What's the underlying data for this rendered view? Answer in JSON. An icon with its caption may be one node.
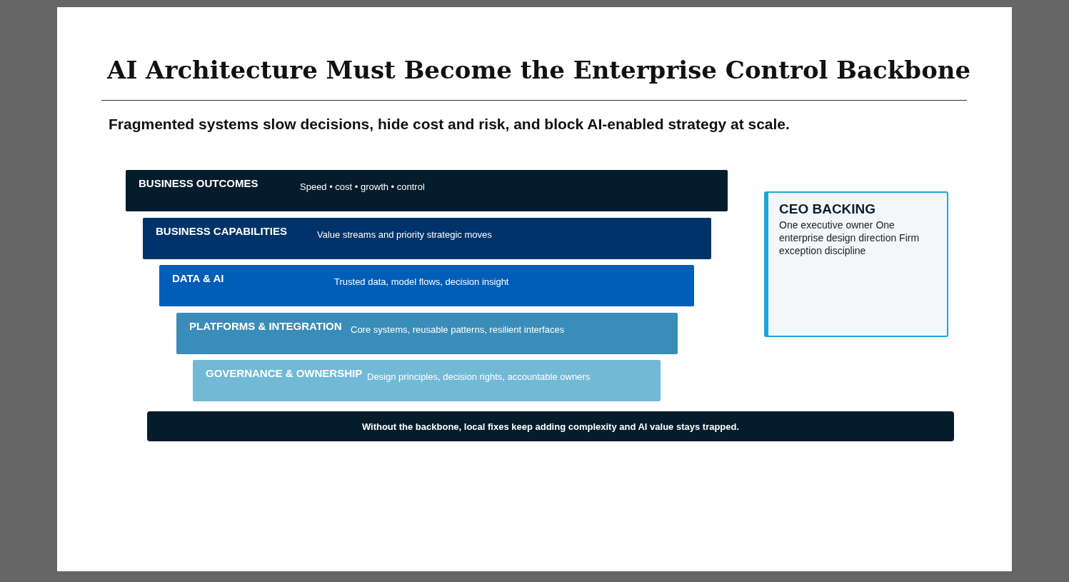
{
  "diagram": {
    "title": "AI Architecture Must Become the Enterprise Control Backbone",
    "nodes": [
      {
        "text": [
          "BUSINESS OUTCOMES",
          "Speed • cost • growth • control"
        ]
      },
      {
        "text": [
          "BUSINESS CAPABILITIES",
          "Value streams and priority strategic moves"
        ]
      },
      {
        "text": [
          "DATA & AI",
          "Trusted data, model flows, decision insight"
        ]
      },
      {
        "text": [
          "PLATFORMS & INTEGRATION",
          "Core systems, reusable patterns, resilient interfaces"
        ]
      },
      {
        "text": [
          "GOVERNANCE & OWNERSHIP",
          "Design principles, decision rights, accountable owners"
        ]
      },
      {
        "text": [
          "CEO BACKING",
          "One executive owner One enterprise design direction Firm exception discipline"
        ]
      },
      {
        "text": [
          "Without the backbone, local fixes keep adding complexity and AI value stays trapped."
        ]
      }
    ],
    "edges": [],
    "labels": [
      "Fragmented systems slow decisions, hide cost and risk, and block AI-enabled strategy at scale."
    ]
  }
}
